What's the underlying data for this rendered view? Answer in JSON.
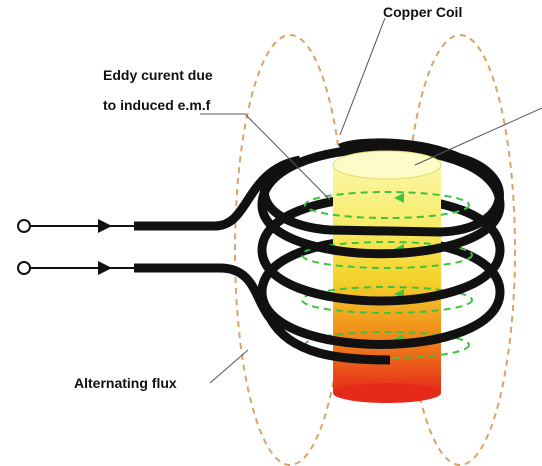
{
  "labels": {
    "copper_coil": "Copper Coil",
    "eddy_line1": "Eddy curent due",
    "eddy_line2": "to induced e.m.f",
    "alternating_flux": "Alternating flux"
  },
  "colors": {
    "coil": "#111111",
    "flux_lines": "#d9a46a",
    "eddy_current": "#3fc23f",
    "core_top": "#fbf7a8",
    "core_mid": "#f4d32a",
    "core_low": "#f08a1a",
    "core_bottom": "#e62a1a"
  }
}
